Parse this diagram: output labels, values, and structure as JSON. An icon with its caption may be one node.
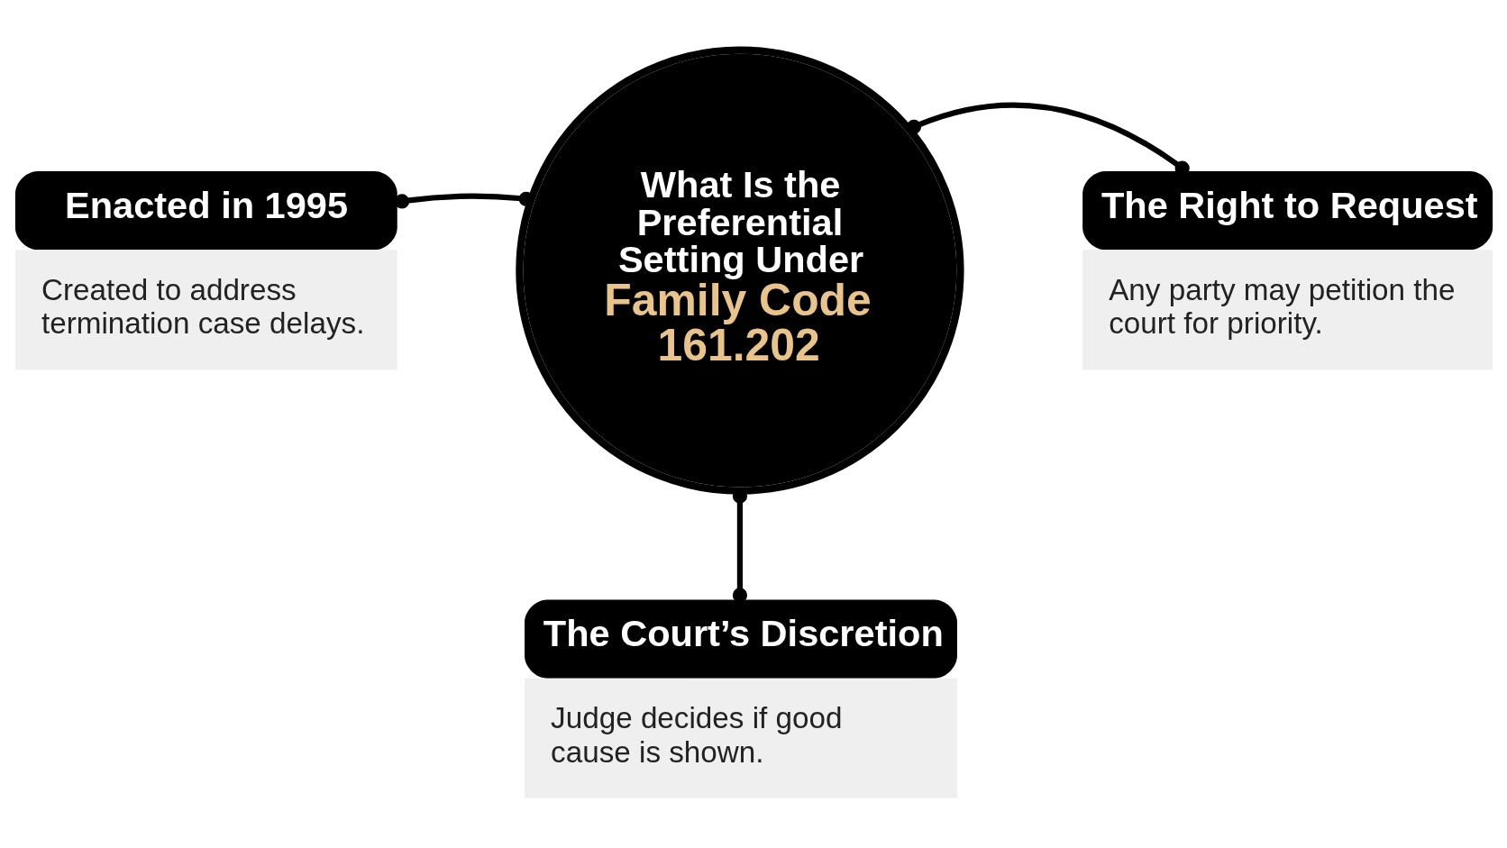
{
  "diagram": {
    "nodes": [
      {
        "text": [
          "What Is the Preferential Setting Under",
          "Family Code 161.202"
        ]
      },
      {
        "text": [
          "Enacted in 1995",
          "Created to address termination case delays."
        ]
      },
      {
        "text": [
          "The Right to Request",
          "Any party may petition the court for priority."
        ]
      },
      {
        "text": [
          "The Court’s Discretion",
          "Judge decides if good cause is shown."
        ]
      }
    ],
    "edges": [
      {
        "from": 0,
        "to": 1,
        "arrow": "other"
      },
      {
        "from": 0,
        "to": 2,
        "arrow": "other"
      },
      {
        "from": 0,
        "to": 3,
        "arrow": "other"
      }
    ]
  }
}
